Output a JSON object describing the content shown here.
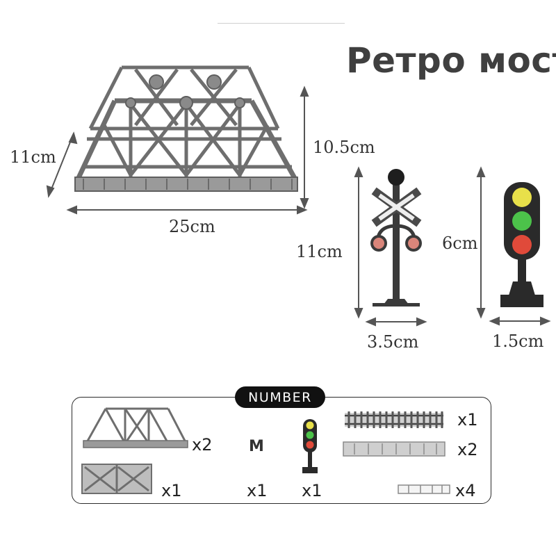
{
  "title": "Ретро мост",
  "dimensions": {
    "bridge_depth": "11cm",
    "bridge_height": "10.5cm",
    "bridge_length": "25cm",
    "crossing_height": "11cm",
    "crossing_width": "3.5cm",
    "signal_height": "6cm",
    "signal_width": "1.5cm"
  },
  "contents": {
    "badge": "NUMBER",
    "truss_qty": "x2",
    "girder_qty": "x1",
    "m_label": "M",
    "m_qty": "x1",
    "signal_qty": "x1",
    "track_qty": "x1",
    "deck_qty": "x2",
    "rail_qty": "x4"
  },
  "colors": {
    "structure": "#7a7a7a",
    "structure_dark": "#555555",
    "signal_body": "#2a2a2a",
    "light_yellow": "#e8e04a",
    "light_green": "#4cc24a",
    "light_red": "#e04a3a",
    "crossing_lamp": "#d9857a"
  }
}
